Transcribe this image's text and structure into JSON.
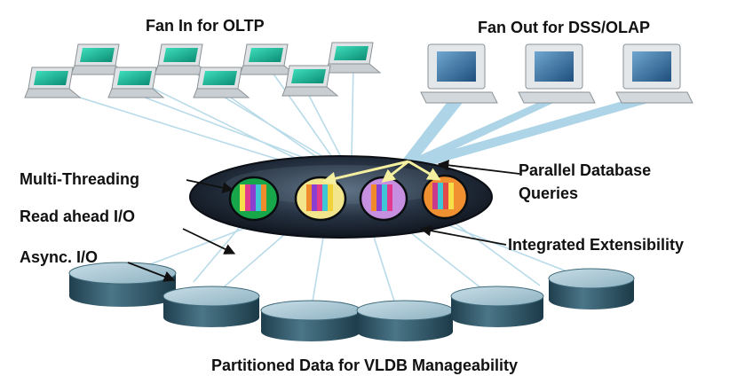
{
  "labels": {
    "fan_in": "Fan In for OLTP",
    "fan_out": "Fan Out for DSS/OLAP",
    "multi_threading": "Multi-Threading",
    "read_ahead": "Read ahead I/O",
    "async_io": "Async. I/O",
    "parallel_line1": "Parallel Database",
    "parallel_line2": "Queries",
    "integrated": "Integrated Extensibility",
    "partitioned": "Partitioned Data for VLDB Manageability"
  },
  "colors": {
    "connection_line": "#b9dbe9",
    "fan_out_beam": "#a9d3e6",
    "server_ellipse": "#1c2430",
    "disk_body": "#2e5566",
    "disk_top": "#a7c5d2",
    "monitor_screen": "#3a77a8",
    "laptop_screen": "#12b193",
    "process_colors": [
      "#17a64a",
      "#f2e58c",
      "#c78fe0",
      "#f09030"
    ]
  },
  "icons": {
    "laptop": "laptop-icon",
    "monitor": "desktop-monitor-icon",
    "disk": "disk-cylinder-icon",
    "process": "thread-process-icon"
  }
}
